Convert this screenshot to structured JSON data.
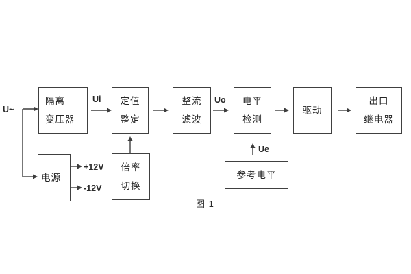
{
  "diagram": {
    "caption": "图 1",
    "source_label": "U~",
    "labels": {
      "ui": "Ui",
      "uo": "Uo",
      "ue": "Ue",
      "plus12": "+12V",
      "minus12": "-12V"
    },
    "blocks": {
      "isolation_transformer": {
        "line1": "隔离",
        "line2": "变压器"
      },
      "setting": {
        "line1": "定值",
        "line2": "整定"
      },
      "rectify_filter": {
        "line1": "整流",
        "line2": "滤波"
      },
      "level_detection": {
        "line1": "电平",
        "line2": "检测"
      },
      "drive": {
        "line1": "驱动"
      },
      "output_relay": {
        "line1": "出口",
        "line2": "继电器"
      },
      "power": {
        "line1": "电源"
      },
      "multiplier_switch": {
        "line1": "倍率",
        "line2": "切换"
      },
      "reference_level": {
        "line1": "参考电平"
      }
    },
    "colors": {
      "line": "#3d3d3d",
      "text": "#252525",
      "background": "#ffffff"
    }
  }
}
